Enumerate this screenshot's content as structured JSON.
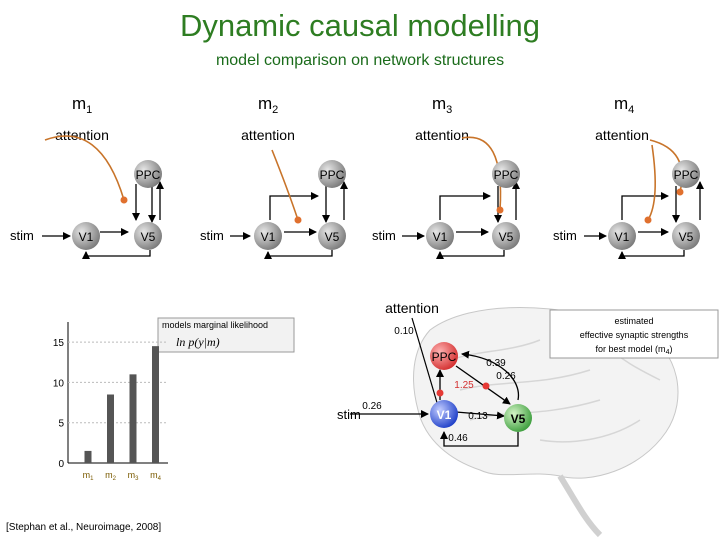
{
  "title": "Dynamic causal modelling",
  "subtitle": "model comparison on network structures",
  "models": [
    {
      "id": "m",
      "sub": "1",
      "attention": "attention",
      "stim": "stim",
      "nodes": {
        "ppc": "PPC",
        "v1": "V1",
        "v5": "V5"
      }
    },
    {
      "id": "m",
      "sub": "2",
      "attention": "attention",
      "stim": "stim",
      "nodes": {
        "ppc": "PPC",
        "v1": "V1",
        "v5": "V5"
      }
    },
    {
      "id": "m",
      "sub": "3",
      "attention": "attention",
      "stim": "stim",
      "nodes": {
        "ppc": "PPC",
        "v1": "V1",
        "v5": "V5"
      }
    },
    {
      "id": "m",
      "sub": "4",
      "attention": "attention",
      "stim": "stim",
      "nodes": {
        "ppc": "PPC",
        "v1": "V1",
        "v5": "V5"
      }
    }
  ],
  "likelihood": {
    "label": "models marginal likelihood",
    "formula": "ln p(y|m)",
    "ticks": [
      "0",
      "5",
      "10",
      "15"
    ]
  },
  "chart_data": {
    "type": "bar",
    "categories": [
      "m1",
      "m2",
      "m3",
      "m4"
    ],
    "values": [
      1.5,
      8.5,
      11,
      14.5
    ],
    "ylim": [
      0,
      17
    ],
    "yticks": [
      0,
      5,
      10,
      15
    ],
    "title": "models marginal likelihood",
    "ylabel": "ln p(y|m)",
    "xlabel": "",
    "color": "#555555"
  },
  "best_model": {
    "attention": "attention",
    "stim": "stim",
    "nodes": {
      "ppc": "PPC",
      "v1": "V1",
      "v5": "V5"
    },
    "weights": {
      "attn_v1_ppc": "0.10",
      "ppc_v5": "0.39",
      "v5_ppc": "0.26",
      "v1_ppc": "1.25",
      "stim_v1": "0.26",
      "v1_v5": "0.13",
      "v5_v1": "0.46"
    },
    "note": [
      "estimated",
      "effective synaptic strengths",
      "for best model (m",
      "4",
      ")"
    ]
  },
  "citation": "[Stephan et al., Neuroimage, 2008]",
  "colors": {
    "title": "#2e7d22",
    "ppc": "#e53935",
    "v1": "#2b50d6",
    "v5": "#4caf50",
    "attention_arrow": "#c8742a",
    "node_grey": "#8c8c8c"
  }
}
